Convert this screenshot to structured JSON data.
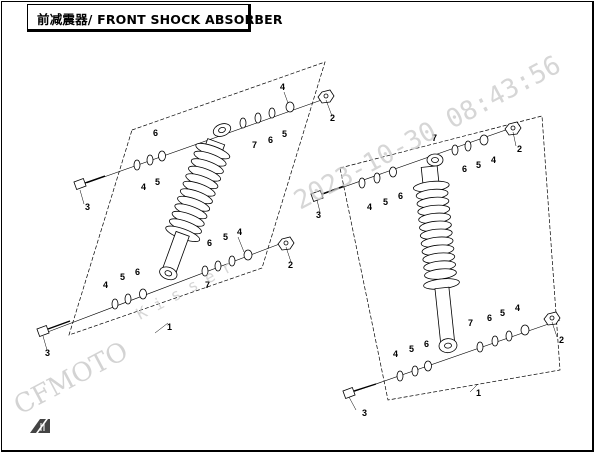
{
  "header": {
    "title": "前减震器/ FRONT SHOCK ABSORBER"
  },
  "watermark": {
    "brand": "CFMOTO",
    "timestamp": "2023-10-30 08:43:56",
    "overlay": "K i s s e r"
  },
  "callouts": {
    "left": {
      "frame": "1",
      "bolt": "3",
      "nut_top": "2",
      "nut_bottom": "2",
      "washer_top_a": "4",
      "washer_top_b": "5",
      "bushing_top_a": "6",
      "bushing_top_b": "7",
      "left_top_4": "4",
      "left_top_5": "5",
      "left_top_6": "6",
      "bottom_4": "4",
      "bottom_5": "5",
      "bottom_6": "6",
      "bottom_7": "7",
      "bottom_left_4": "4",
      "bottom_left_5": "5",
      "bottom_left_6": "6"
    },
    "right": {
      "frame": "1",
      "bolt": "3",
      "nut_top": "2",
      "nut_bottom": "2",
      "top_7": "7",
      "top_6": "6",
      "top_5": "5",
      "top_4": "4",
      "top_left_4": "4",
      "top_left_5": "5",
      "top_left_6": "6",
      "bottom_7": "7",
      "bottom_6": "6",
      "bottom_5": "5",
      "bottom_4": "4",
      "bottom_left_4": "4",
      "bottom_left_5": "5",
      "bottom_left_6": "6"
    }
  },
  "colors": {
    "line": "#000000",
    "watermark": "#c9c9c9"
  },
  "icons": {
    "corner_logo": "cfmoto-corner-logo"
  }
}
